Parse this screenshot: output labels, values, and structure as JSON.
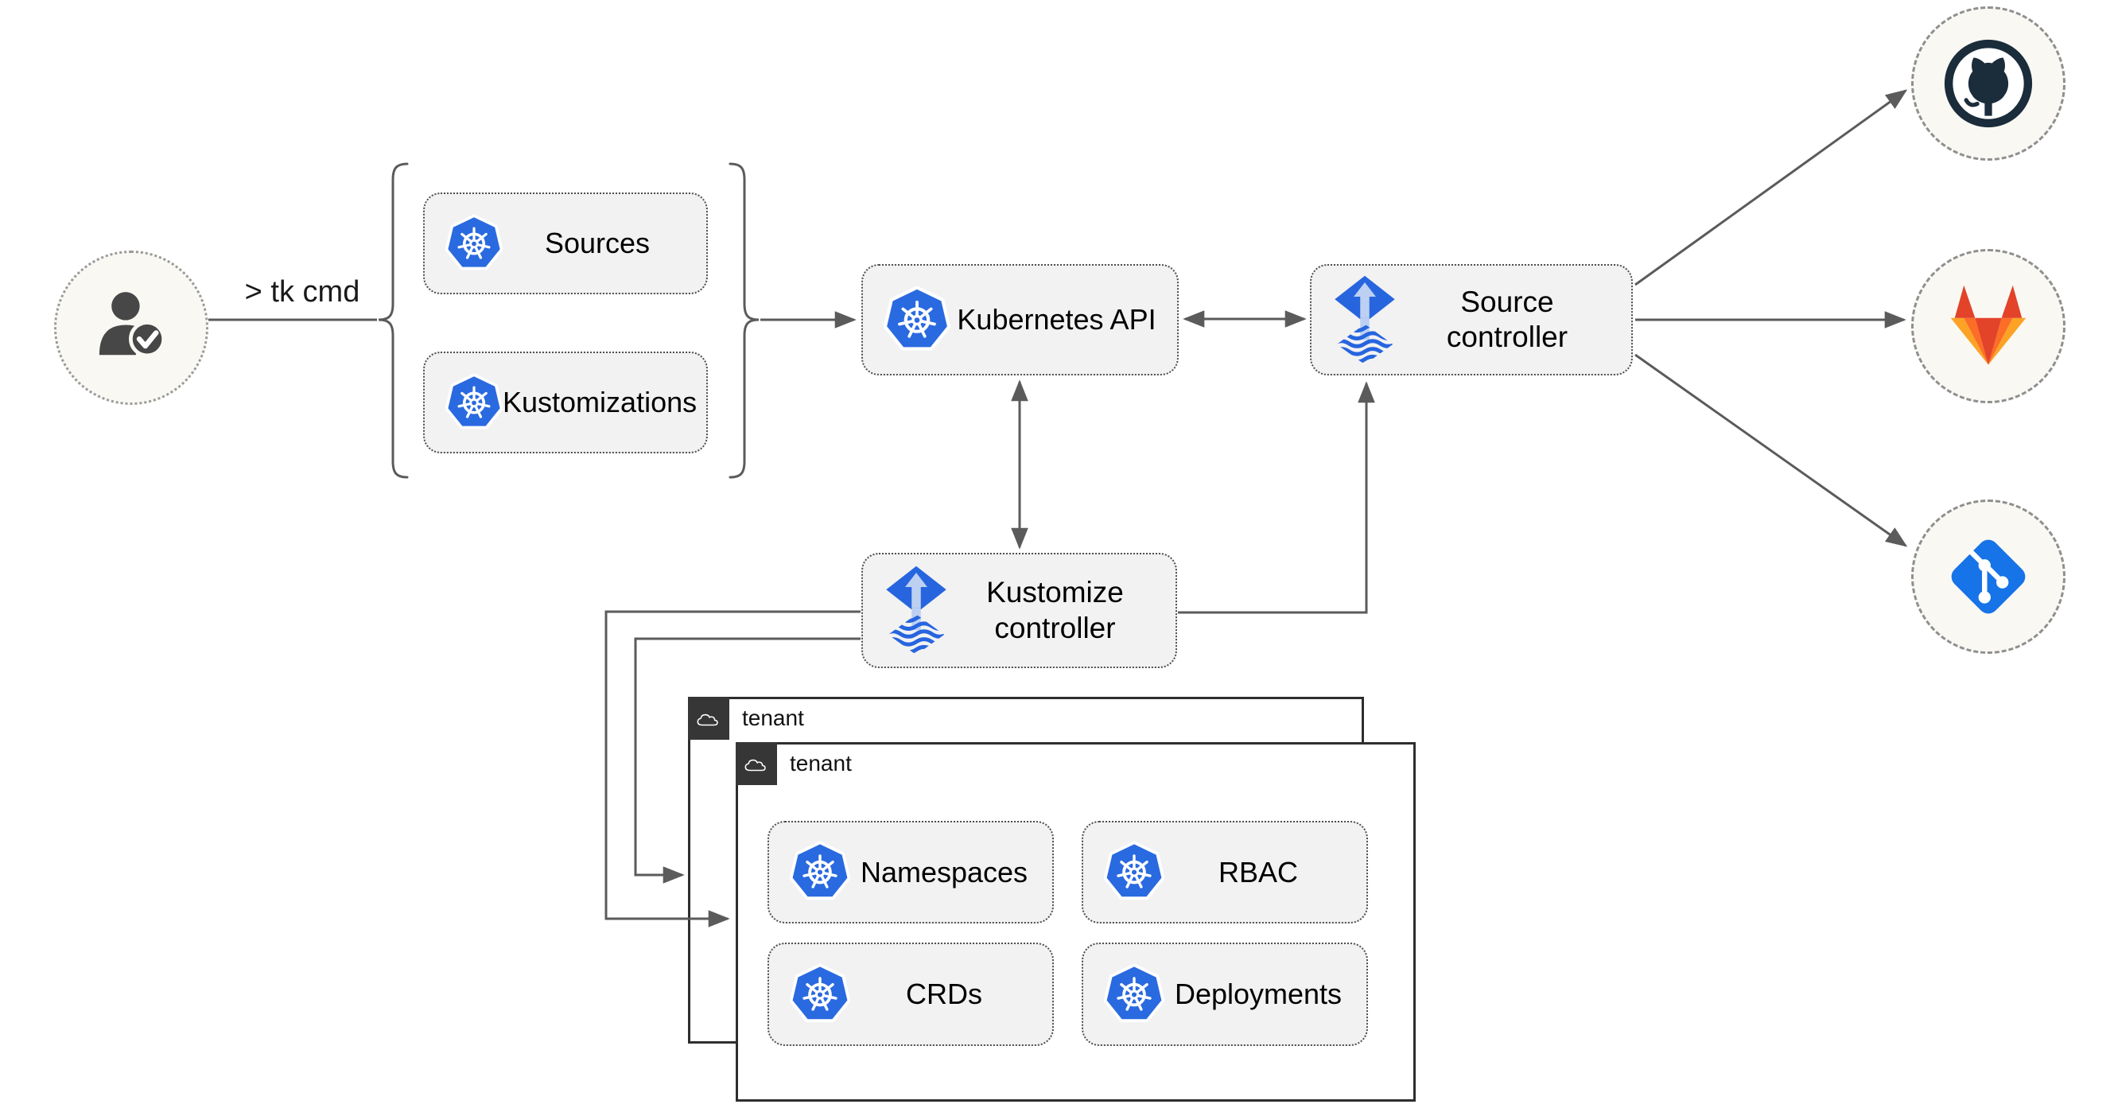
{
  "diagram": {
    "title_hint": "GitOps toolkit flow diagram",
    "user": {
      "icon": "user-check-icon",
      "cmd_label": "> tk cmd"
    },
    "group": {
      "sources_label": "Sources",
      "kustomizations_label": "Kustomizations"
    },
    "kubernetes_api_label": "Kubernetes API",
    "source_controller_label": "Source controller",
    "kustomize_controller_label": "Kustomize controller",
    "tenants": {
      "back_label": "tenant",
      "front_label": "tenant",
      "badge_icon": "cloud-icon"
    },
    "tenant_items": {
      "namespaces_label": "Namespaces",
      "rbac_label": "RBAC",
      "crds_label": "CRDs",
      "deployments_label": "Deployments"
    },
    "providers": {
      "first": "github-icon",
      "second": "gitlab-icon",
      "third": "git-icon"
    },
    "icons": {
      "kubernetes": "kubernetes-logo-icon",
      "flux": "flux-controller-icon"
    },
    "colors": {
      "kubernetes_blue": "#2a6ae0",
      "flux_blue": "#2765df",
      "flux_light_blue": "#bdd0f2",
      "github_dark": "#1b2c3b",
      "gitlab_red": "#e24329",
      "gitlab_orange": "#fc6d26",
      "gitlab_light_orange": "#fca326",
      "git_blue": "#1673e8",
      "line_gray": "#5b5b5b",
      "node_fill": "#f2f2f2",
      "tenant_badge": "#363636",
      "circle_fill": "#faf8f3"
    }
  }
}
